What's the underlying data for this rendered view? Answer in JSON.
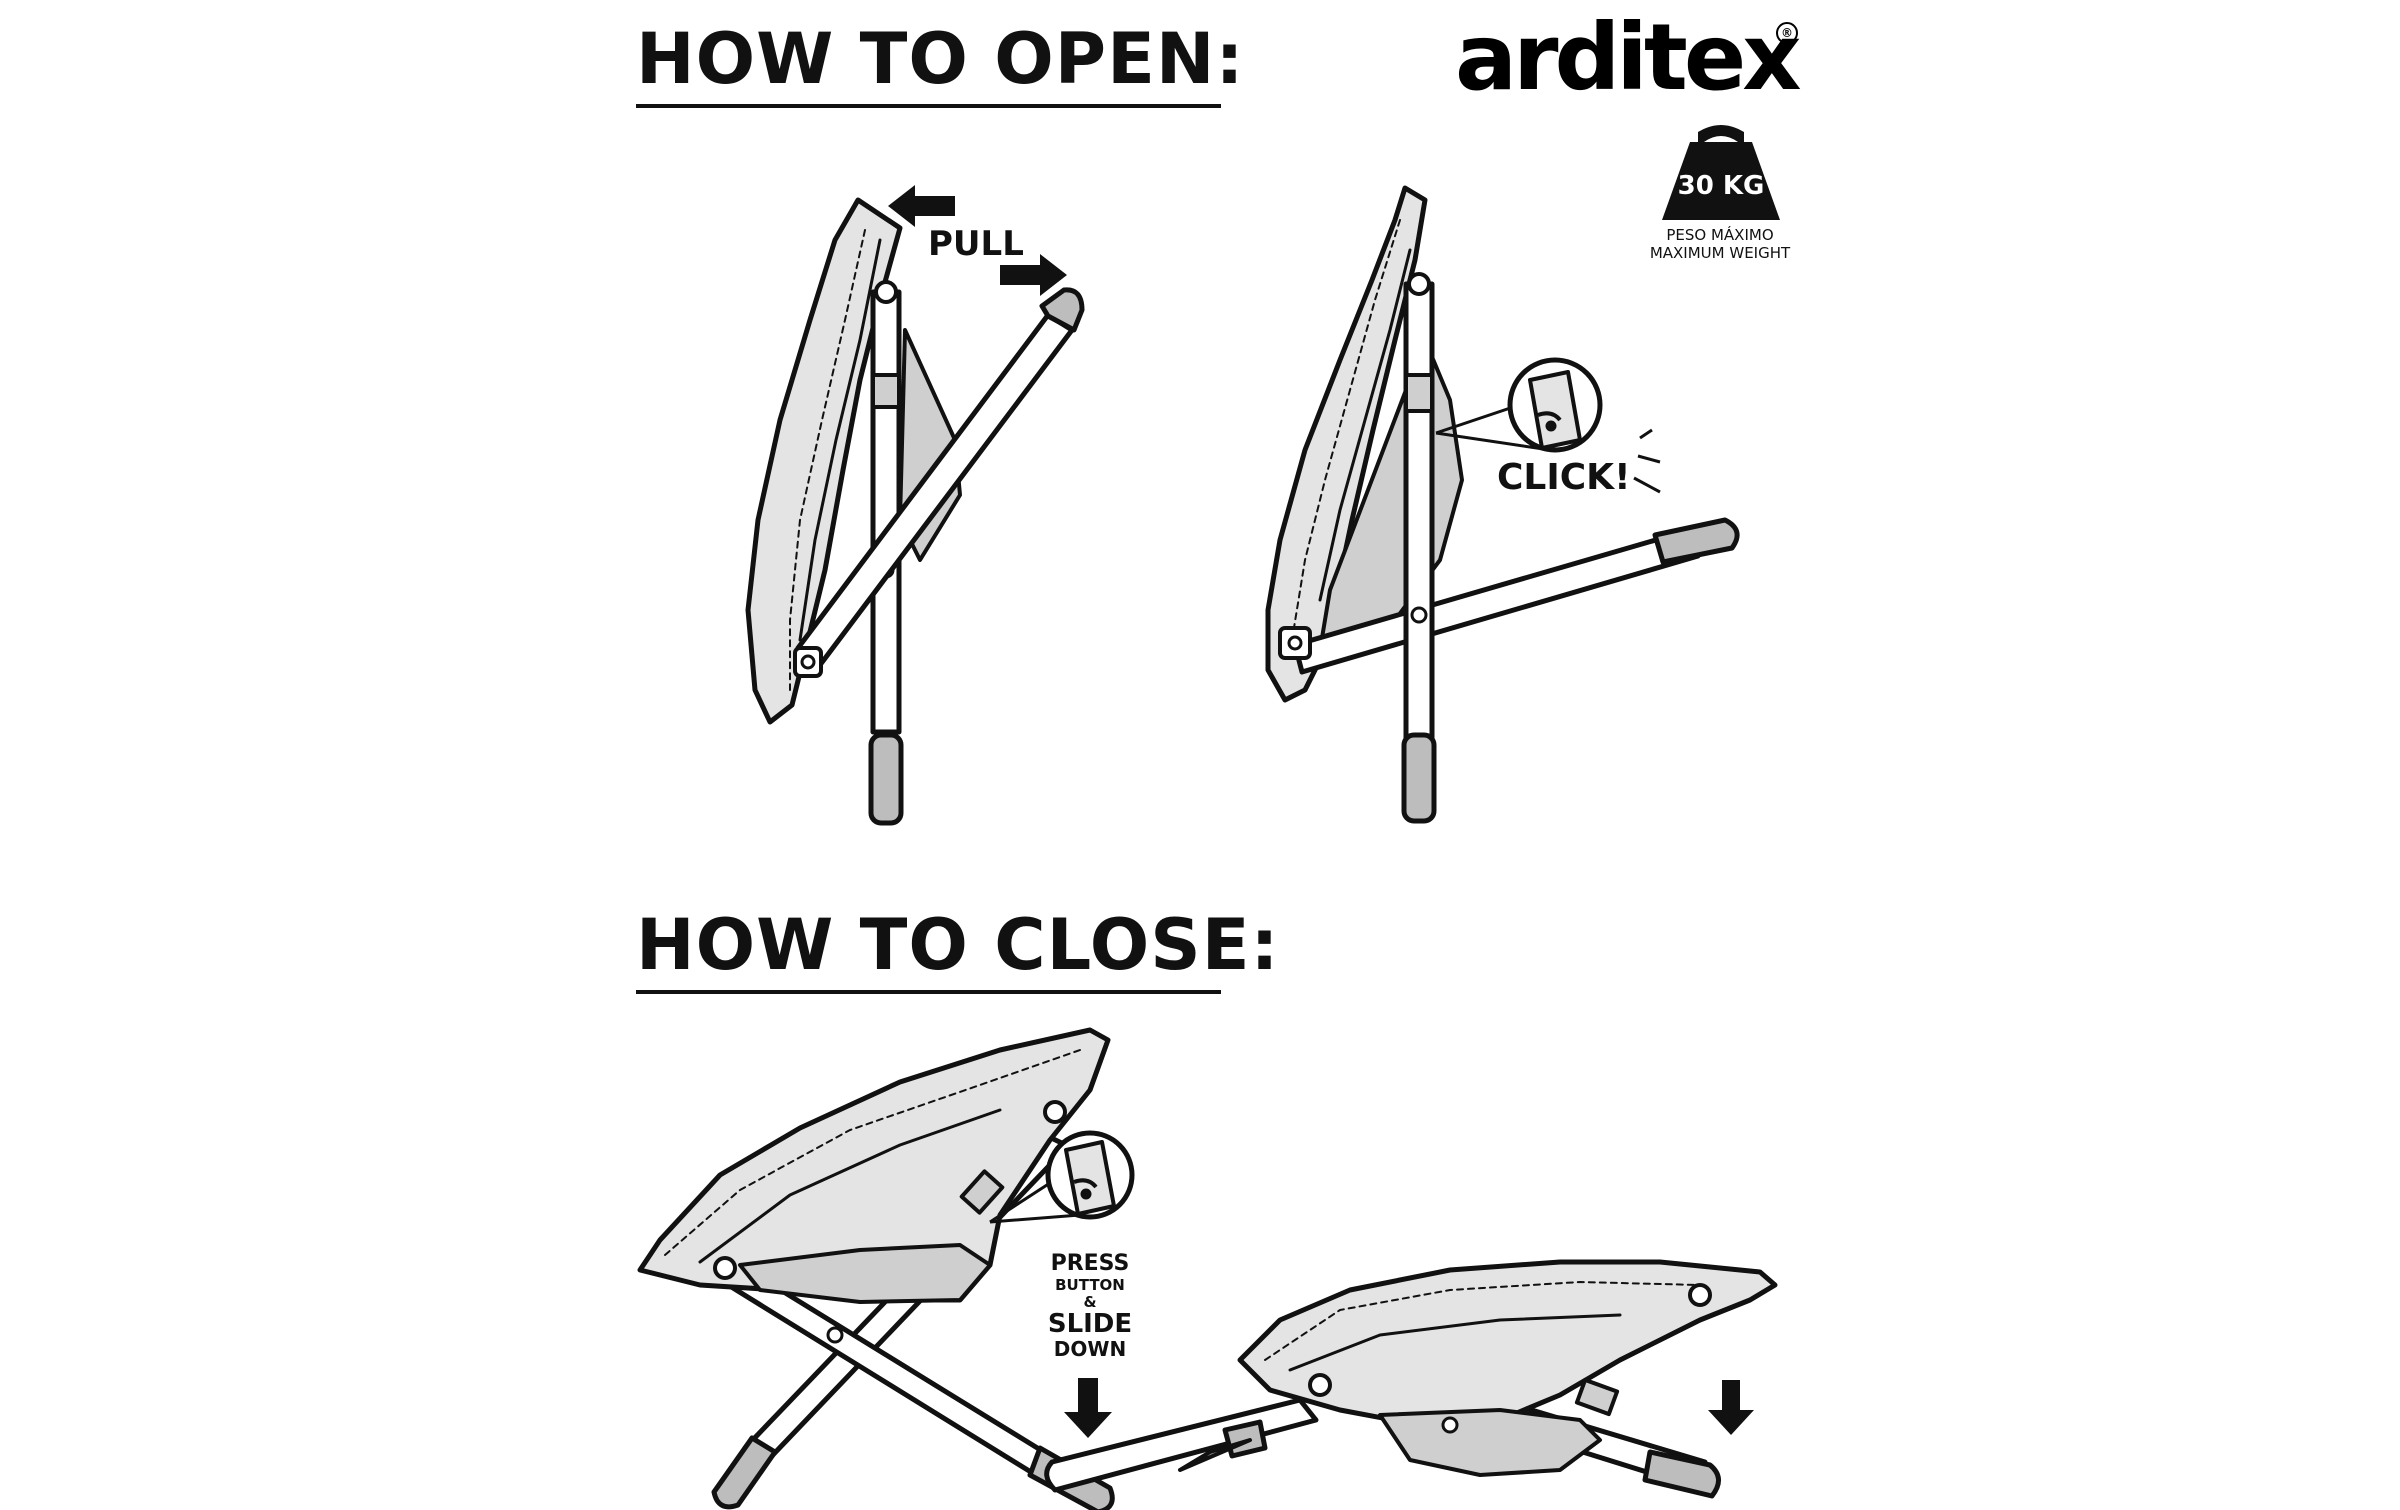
{
  "open_section": {
    "title": "HOW TO OPEN:",
    "pull_label": "PULL",
    "click_label": "CLICK!"
  },
  "close_section": {
    "title": "HOW TO CLOSE:",
    "instruction": [
      "PRESS",
      "BUTTON",
      "&",
      "SLIDE",
      "DOWN"
    ]
  },
  "brand": {
    "logo_text": "arditex",
    "registered_mark": "®"
  },
  "weight_badge": {
    "value": "30 KG",
    "caption_es": "PESO MÁXIMO",
    "caption_en": "MAXIMUM WEIGHT"
  },
  "colors": {
    "ink": "#111111",
    "fabric": "#e4e4e4",
    "fabric_dark": "#cfcfcf",
    "foot_cap": "#bdbdbd",
    "background": "#ffffff"
  }
}
